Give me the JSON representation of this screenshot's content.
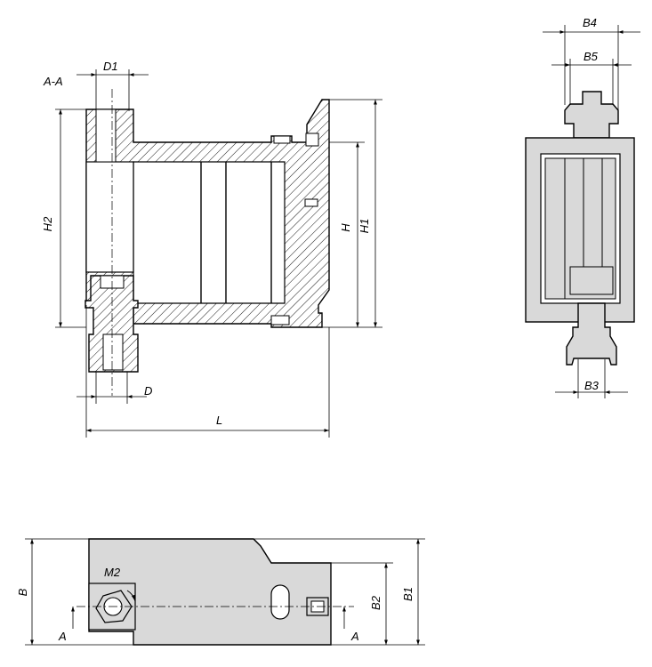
{
  "labels": {
    "section": "A-A",
    "d1": "D1",
    "h2": "H2",
    "h": "H",
    "h1": "H1",
    "d": "D",
    "l": "L",
    "b4": "B4",
    "b5": "B5",
    "b3": "B3",
    "b": "B",
    "m2": "M2",
    "b2": "B2",
    "b1": "B1",
    "cut_left": "A",
    "cut_right": "A"
  }
}
